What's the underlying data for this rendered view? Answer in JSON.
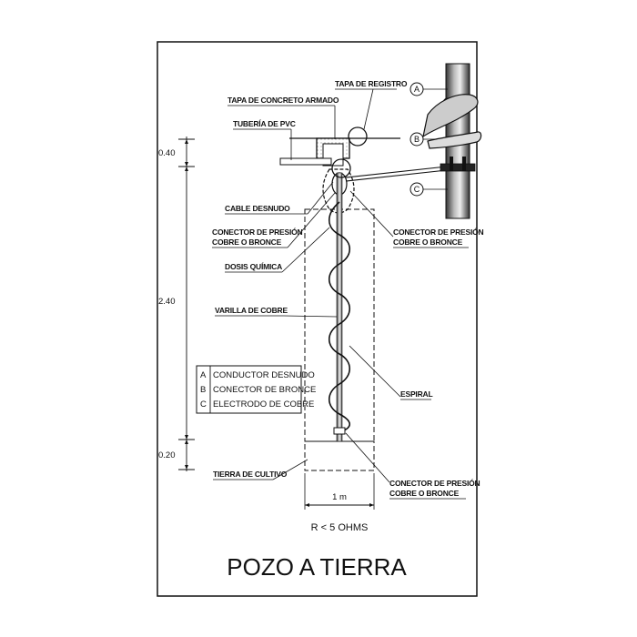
{
  "title": "POZO A TIERRA",
  "resistance": "R < 5 OHMS",
  "width_dim": "1 m",
  "dims": {
    "top": "0.40",
    "middle": "2.40",
    "bottom": "0.20"
  },
  "labels": {
    "tapa_registro": "TAPA DE REGISTRO",
    "tapa_concreto": "TAPA DE CONCRETO ARMADO",
    "tuberia_pvc": "TUBERÍA DE PVC",
    "cable_desnudo": "CABLE DESNUDO",
    "conector_izq_1": "CONECTOR DE PRESIÓN",
    "conector_izq_2": "COBRE O BRONCE",
    "conector_der_1": "CONECTOR DE PRESIÓN",
    "conector_der_2": "COBRE O BRONCE",
    "dosis_quimica": "DOSIS QUÍMICA",
    "varilla": "VARILLA DE COBRE",
    "espiral": "ESPIRAL",
    "tierra_cultivo": "TIERRA DE CULTIVO",
    "conector_bot_1": "CONECTOR DE PRESIÓN",
    "conector_bot_2": "COBRE O BRONCE"
  },
  "legend": [
    {
      "key": "A",
      "text": "CONDUCTOR DESNUDO"
    },
    {
      "key": "B",
      "text": "CONECTOR DE BRONCE"
    },
    {
      "key": "C",
      "text": "ELECTRODO DE COBRE"
    }
  ],
  "detail_bubbles": [
    "A",
    "B",
    "C"
  ]
}
